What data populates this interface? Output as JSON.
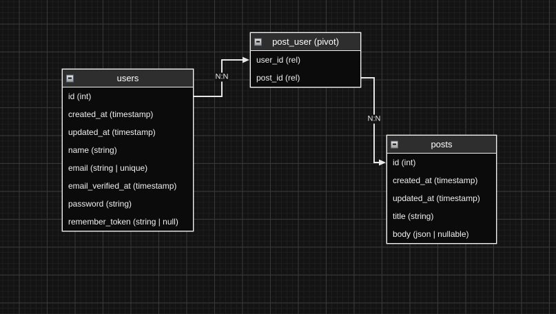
{
  "diagram": {
    "entities": [
      {
        "id": "users",
        "title": "users",
        "rows": [
          "id (int)",
          "created_at (timestamp)",
          "updated_at (timestamp)",
          "name (string)",
          "email (string | unique)",
          "email_verified_at (timestamp)",
          "password (string)",
          "remember_token (string | null)"
        ]
      },
      {
        "id": "post_user",
        "title": "post_user (pivot)",
        "rows": [
          "user_id (rel)",
          "post_id (rel)"
        ]
      },
      {
        "id": "posts",
        "title": "posts",
        "rows": [
          "id (int)",
          "created_at (timestamp)",
          "updated_at (timestamp)",
          "title (string)",
          "body (json | nullable)"
        ]
      }
    ],
    "relations": [
      {
        "label": "N:N",
        "from": "users.id",
        "to": "post_user.user_id"
      },
      {
        "label": "N:N",
        "from": "post_user.post_id",
        "to": "posts.id"
      }
    ],
    "colors": {
      "canvas_background": "#131313",
      "grid_minor": "#1e1e1e",
      "grid_major": "#383838",
      "entity_body": "#0b0b0b",
      "entity_header": "#2e2e2e",
      "entity_border": "#f2f2f2",
      "text": "#f0f0f0",
      "connector": "#e8e8e8"
    }
  }
}
